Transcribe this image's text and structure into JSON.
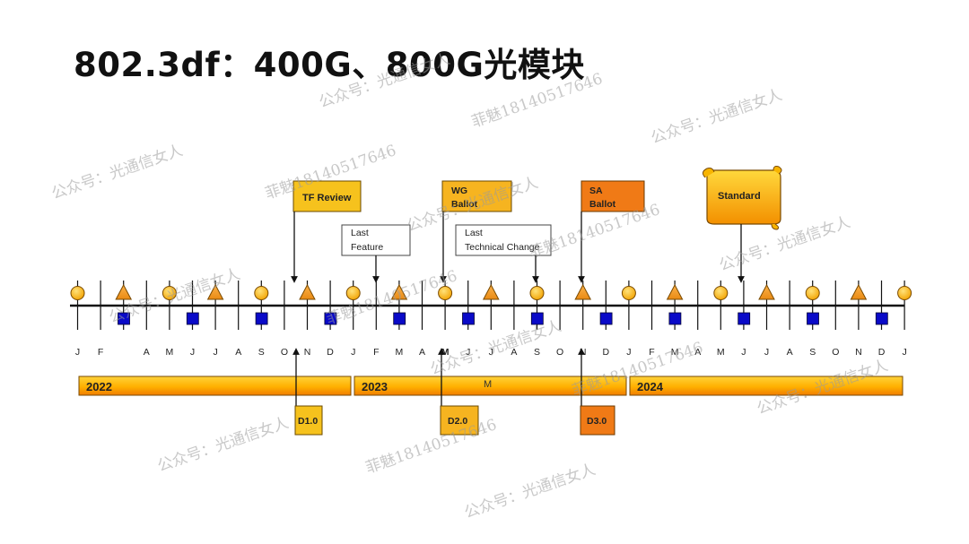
{
  "title": "802.3df：400G、800G光模块",
  "watermark": {
    "text_a": "公众号：光通信女人",
    "text_b": "菲魅18140517646"
  },
  "colors": {
    "milestone_bg": "#f6c21d",
    "sa_bg": "#f07a16",
    "line": "#111111",
    "marker": "#0a0ac8"
  },
  "months": [
    "J",
    "F",
    "",
    "A",
    "M",
    "J",
    "J",
    "A",
    "S",
    "O",
    "N",
    "D",
    "J",
    "F",
    "M",
    "A",
    "M",
    "J",
    "J",
    "A",
    "S",
    "O",
    "N",
    "D",
    "J",
    "F",
    "M",
    "A",
    "M",
    "J",
    "J",
    "A",
    "S",
    "O",
    "N",
    "D",
    "J"
  ],
  "years": [
    {
      "label": "2022"
    },
    {
      "label": "2023",
      "note": "M"
    },
    {
      "label": "2024"
    }
  ],
  "milestones": {
    "tf_review": "TF Review",
    "wg_ballot": [
      "WG",
      "Ballot"
    ],
    "sa_ballot": [
      "SA",
      "Ballot"
    ],
    "standard": "Standard",
    "last_feature": [
      "Last",
      "Feature"
    ],
    "last_tech_change": [
      "Last",
      "Technical Change"
    ],
    "d1": "D1.0",
    "d2": "D2.0",
    "d3": "D3.0"
  }
}
